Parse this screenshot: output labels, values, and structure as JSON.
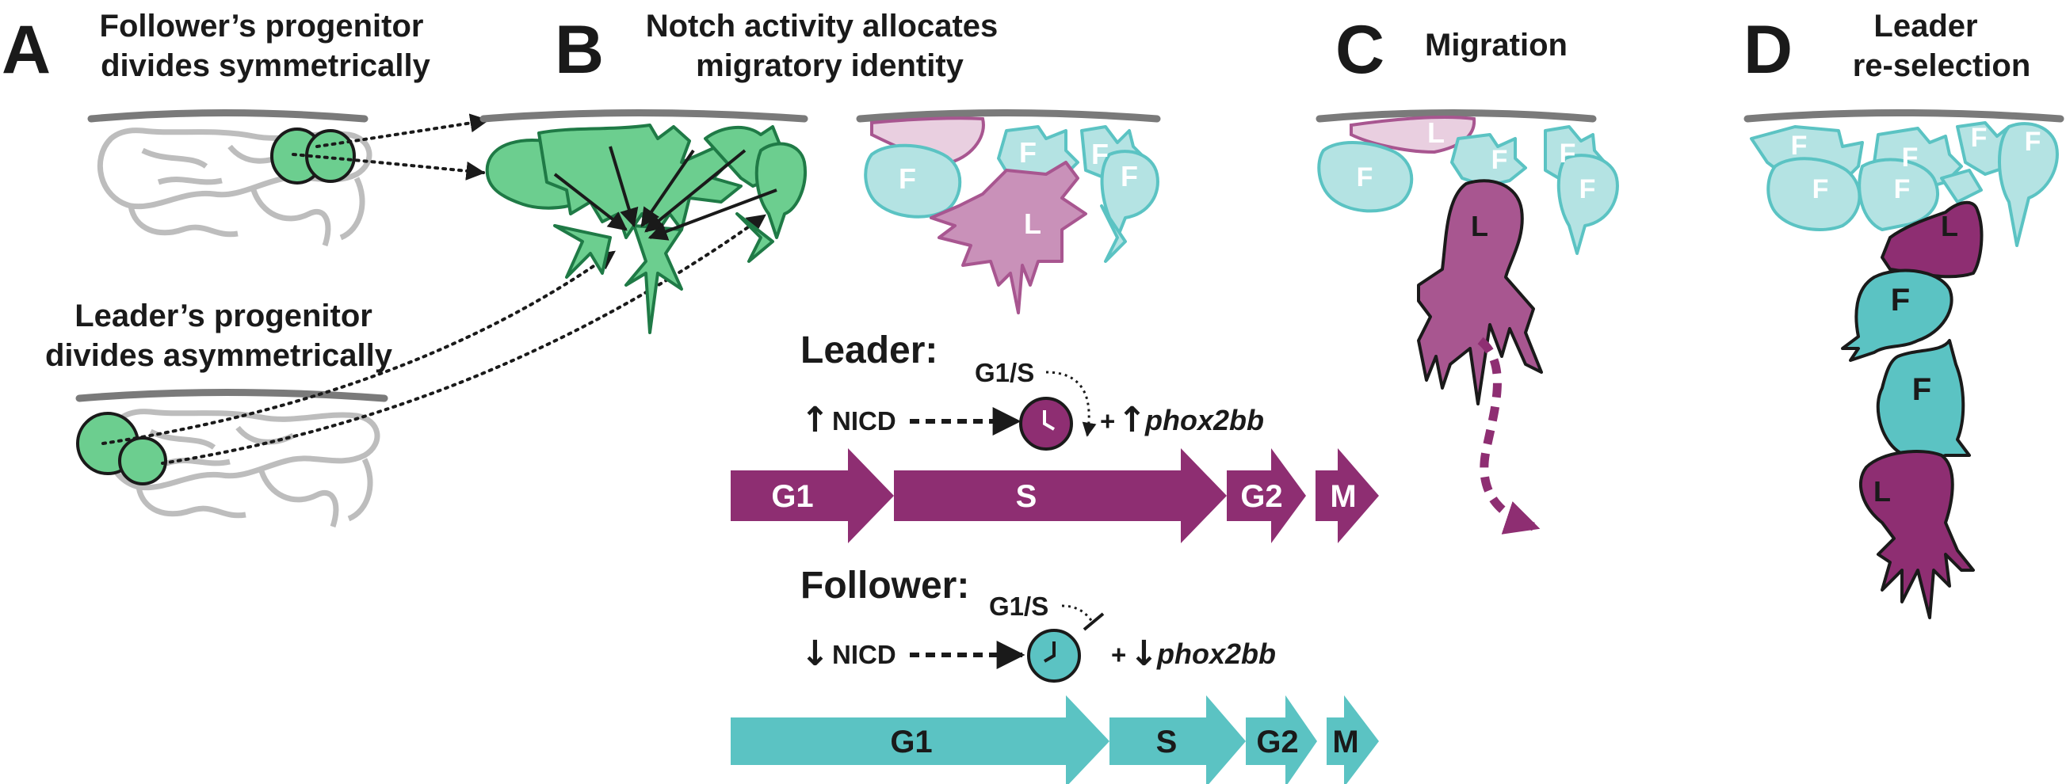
{
  "colors": {
    "green": "#6cce8f",
    "green_dark": "#1f7a46",
    "purple": "#8e2e72",
    "purple_mid": "#a85690",
    "purple_light": "#e9cfe0",
    "teal": "#5bc3c3",
    "teal_light": "#b4e3e3",
    "grey": "#bdbdbd",
    "grey_dark": "#7a7a7a"
  },
  "panels": {
    "a": {
      "letter": "A",
      "title_line1": "Follower’s progenitor",
      "title_line2": "divides symmetrically",
      "sub_line1": "Leader’s progenitor",
      "sub_line2": "divides asymmetrically"
    },
    "b": {
      "letter": "B",
      "title_line1": "Notch activity allocates",
      "title_line2": "migratory identity",
      "cell_leader": "L",
      "cell_follower": "F",
      "leader": {
        "heading": "Leader:",
        "arrow": "↑",
        "nicd": "NICD",
        "checkpoint": "G1/S",
        "plus": "+",
        "gene_arrow": "↑",
        "gene": "phox2bb",
        "phases": [
          "G1",
          "S",
          "G2",
          "M"
        ]
      },
      "follower": {
        "heading": "Follower:",
        "arrow": "↓",
        "nicd": "NICD",
        "checkpoint": "G1/S",
        "plus": "+",
        "gene_arrow": "↓",
        "gene": "phox2bb",
        "phases": [
          "G1",
          "S",
          "G2",
          "M"
        ]
      }
    },
    "c": {
      "letter": "C",
      "title": "Migration",
      "cell_leader": "L",
      "cell_follower": "F"
    },
    "d": {
      "letter": "D",
      "title_line1": "Leader",
      "title_line2": "re-selection",
      "cell_leader": "L",
      "cell_follower": "F"
    }
  }
}
